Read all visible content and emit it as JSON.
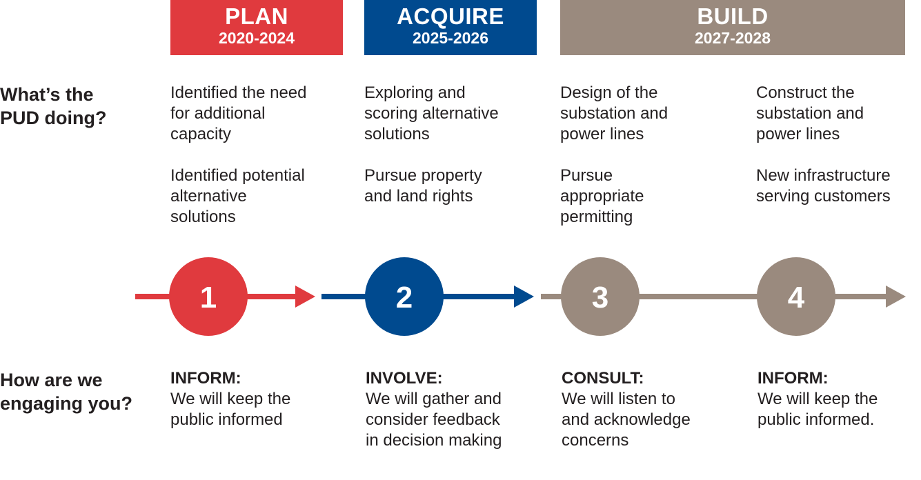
{
  "phases": [
    {
      "name": "PLAN",
      "years": "2020-2024",
      "color": "#e03a3e"
    },
    {
      "name": "ACQUIRE",
      "years": "2025-2026",
      "color": "#004a8f"
    },
    {
      "name": "BUILD",
      "years": "2027-2028",
      "color": "#9a8a7e"
    }
  ],
  "row_labels": {
    "doing": [
      "What’s the",
      "PUD doing?"
    ],
    "engaging": [
      "How are we",
      "engaging you?"
    ]
  },
  "doing": [
    {
      "first": [
        "Identified the need",
        "for additional",
        "capacity"
      ],
      "second": [
        "Identified potential",
        "alternative",
        "solutions"
      ]
    },
    {
      "first": [
        "Exploring and",
        "scoring alternative",
        "solutions"
      ],
      "second": [
        "Pursue property",
        "and land rights"
      ]
    },
    {
      "first": [
        "Design of the",
        "substation and",
        "power lines"
      ],
      "second": [
        "Pursue",
        "appropriate",
        "permitting"
      ]
    },
    {
      "first": [
        "Construct the",
        "substation and",
        "power lines"
      ],
      "second": [
        "New infrastructure",
        "serving customers"
      ]
    }
  ],
  "steps": [
    {
      "number": "1",
      "color": "#e03a3e"
    },
    {
      "number": "2",
      "color": "#004a8f"
    },
    {
      "number": "3",
      "color": "#9a8a7e"
    },
    {
      "number": "4",
      "color": "#9a8a7e"
    }
  ],
  "engaging": [
    {
      "head": "INFORM:",
      "body": [
        "We will keep the",
        "public informed"
      ]
    },
    {
      "head": "INVOLVE:",
      "body": [
        "We will gather and",
        "consider feedback",
        "in decision making"
      ]
    },
    {
      "head": "CONSULT:",
      "body": [
        "We will listen to",
        "and acknowledge",
        "concerns"
      ]
    },
    {
      "head": "INFORM:",
      "body": [
        "We will keep the",
        "public informed."
      ]
    }
  ]
}
